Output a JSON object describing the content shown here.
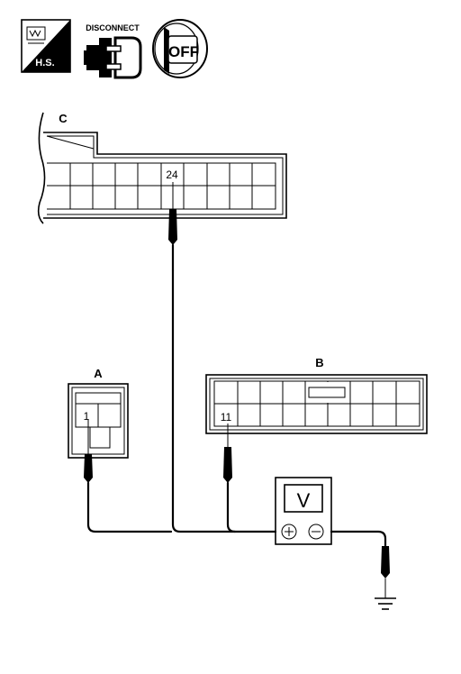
{
  "icons": {
    "hs_label": "H.S.",
    "disconnect_label": "DISCONNECT",
    "off_label": "OFF"
  },
  "connectors": {
    "c": {
      "label": "C",
      "terminal": "24"
    },
    "a": {
      "label": "A",
      "terminal": "1"
    },
    "b": {
      "label": "B",
      "terminal": "11"
    }
  },
  "meter": {
    "label": "V",
    "plus": "+",
    "minus": "−"
  }
}
